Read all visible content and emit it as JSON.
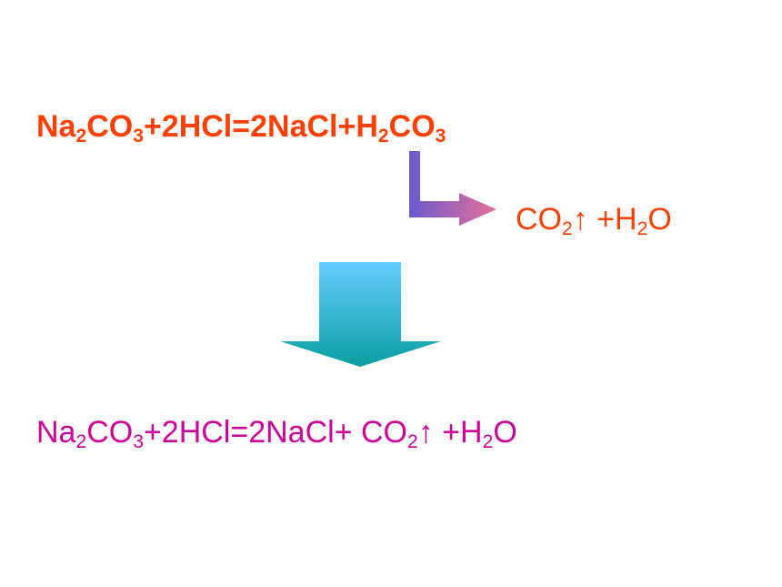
{
  "colors": {
    "top_equation": "#ff4000",
    "side_products": "#ff4000",
    "bottom_equation": "#cc0099",
    "elbow_arrow_start": "#6a5acd",
    "elbow_arrow_end": "#e8709a",
    "block_arrow_top": "#66ccff",
    "block_arrow_bottom": "#0a9ea0"
  },
  "top_equation": {
    "t1": "Na",
    "s1": "2",
    "t2": "CO",
    "s2": "3",
    "t3": "+2HCl=2NaCl+H",
    "s3": "2",
    "t4": "CO",
    "s4": "3"
  },
  "side_products": {
    "t1": "CO",
    "s1": "2",
    "t2": "↑ +H",
    "s2": "2",
    "t3": "O"
  },
  "bottom_equation": {
    "t1": "Na",
    "s1": "2",
    "t2": "CO",
    "s2": "3",
    "t3": "+2HCl=2NaCl+ CO",
    "s3": "2",
    "t4": "↑ +H",
    "s4": "2",
    "t5": "O"
  },
  "icons": {
    "elbow_arrow": "elbow-arrow-icon",
    "block_arrow": "down-block-arrow-icon"
  }
}
